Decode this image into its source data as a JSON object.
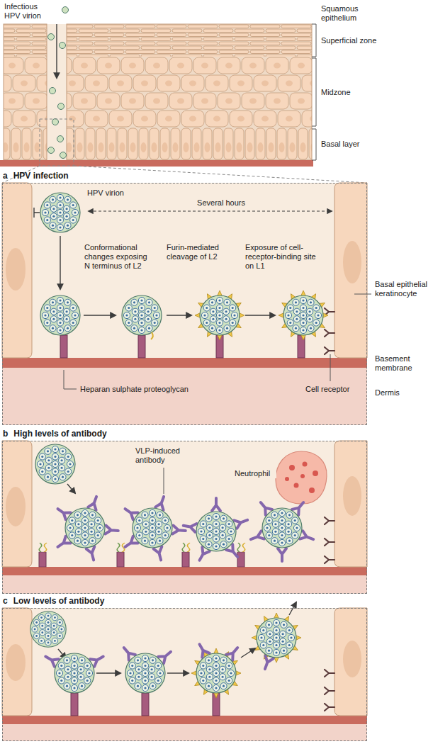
{
  "diagram": {
    "nodes": [
      {
        "text": [
          "a",
          "HPV infection"
        ]
      },
      {
        "text": [
          "b",
          "High levels of antibody"
        ]
      },
      {
        "text": [
          "c",
          "Low levels of antibody"
        ]
      }
    ],
    "labels": [
      "Infectious HPV virion",
      "Squamous epithelium",
      "Superficial zone",
      "Midzone",
      "Basal layer",
      "HPV virion",
      "Several hours",
      "Conformational changes exposing N terminus of L2",
      "Furin-mediated cleavage of L2",
      "Exposure of cell-receptor-binding site on L1",
      "Basal epithelial keratinocyte",
      "Heparan sulphate proteoglycan",
      "Cell receptor",
      "Basement membrane",
      "Dermis",
      "VLP-induced antibody",
      "Neutrophil"
    ]
  }
}
